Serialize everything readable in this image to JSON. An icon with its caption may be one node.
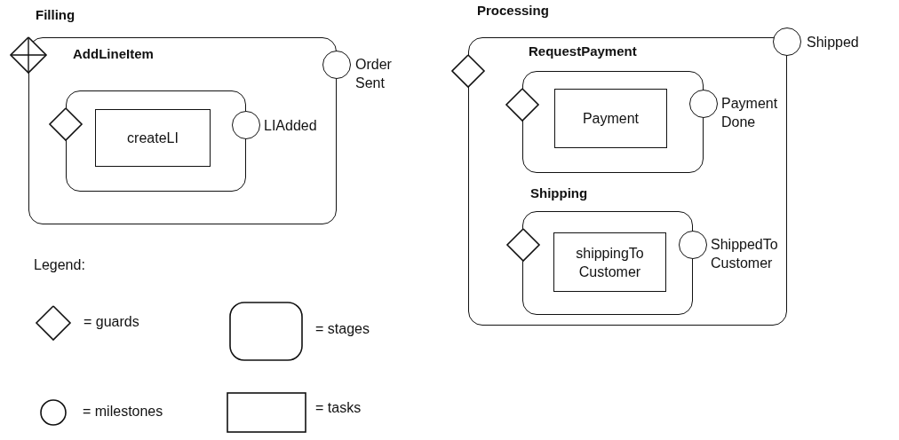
{
  "diagram": {
    "nodes": [
      {
        "text": [
          "Filling"
        ]
      },
      {
        "text": [],
        "shape": "diamond"
      },
      {
        "text": [],
        "shape": "circle",
        "beside": [
          "Order Sent"
        ]
      },
      {
        "text": [
          "AddLineItem"
        ],
        "in": 0
      },
      {
        "text": [],
        "shape": "diamond",
        "in": 0
      },
      {
        "text": [
          "createLI"
        ],
        "in": 3
      },
      {
        "text": [],
        "shape": "circle",
        "beside": [
          "LIAdded"
        ],
        "in": 0
      },
      {
        "text": [
          "Processing"
        ]
      },
      {
        "text": [],
        "shape": "diamond"
      },
      {
        "text": [],
        "shape": "circle",
        "beside": [
          "Shipped"
        ]
      },
      {
        "text": [
          "RequestPayment"
        ],
        "in": 7
      },
      {
        "text": [],
        "shape": "diamond",
        "in": 7
      },
      {
        "text": [
          "Payment"
        ],
        "in": 10
      },
      {
        "text": [],
        "shape": "circle",
        "beside": [
          "Payment Done"
        ],
        "in": 7
      },
      {
        "text": [
          "Shipping"
        ],
        "in": 7
      },
      {
        "text": [],
        "shape": "diamond",
        "in": 7
      },
      {
        "text": [
          "shippingTo Customer"
        ],
        "in": 14
      },
      {
        "text": [],
        "shape": "circle",
        "beside": [
          "ShippedTo Customer"
        ],
        "in": 7
      }
    ],
    "labels": [
      "Legend:"
    ],
    "legend": [
      {
        "text": "= guards"
      },
      {
        "text": "= stages"
      },
      {
        "text": "= milestones"
      },
      {
        "text": "= tasks"
      }
    ]
  }
}
